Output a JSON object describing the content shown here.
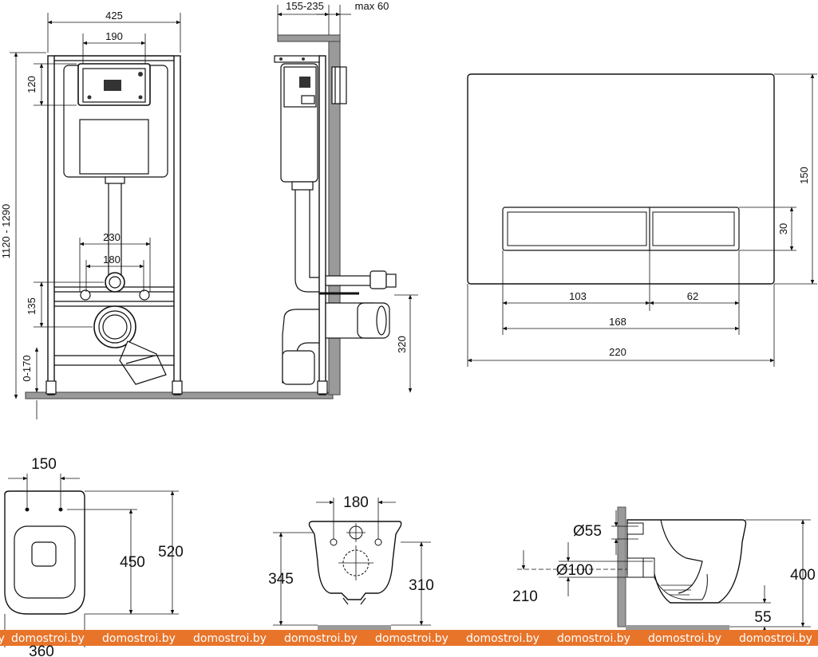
{
  "frame_front": {
    "width_total": "425",
    "width_top_panel": "190",
    "panel_height": "120",
    "height_range": "1120 - 1290",
    "studs_outer": "230",
    "studs_inner": "180",
    "outlet_height": "135",
    "foot_range": "0-170"
  },
  "frame_side": {
    "depth_range": "155-235",
    "max_wall": "max 60",
    "outlet_height": "320"
  },
  "button_plate": {
    "height": "150",
    "button_height": "30",
    "left_button": "103",
    "right_button": "62",
    "buttons_total": "168",
    "plate_width": "220"
  },
  "bowl_top": {
    "hole_spacing": "150",
    "width": "360",
    "inner_length": "450",
    "total_length": "520"
  },
  "bowl_back": {
    "hole_spacing": "180",
    "left_height": "345",
    "right_height": "310"
  },
  "bowl_side": {
    "inlet_diameter": "Ø55",
    "outlet_diameter": "Ø100",
    "outlet_height": "210",
    "height": "400",
    "bottom_gap": "55"
  },
  "watermark": {
    "text": "domostroi.by",
    "color": "#e8742a"
  }
}
